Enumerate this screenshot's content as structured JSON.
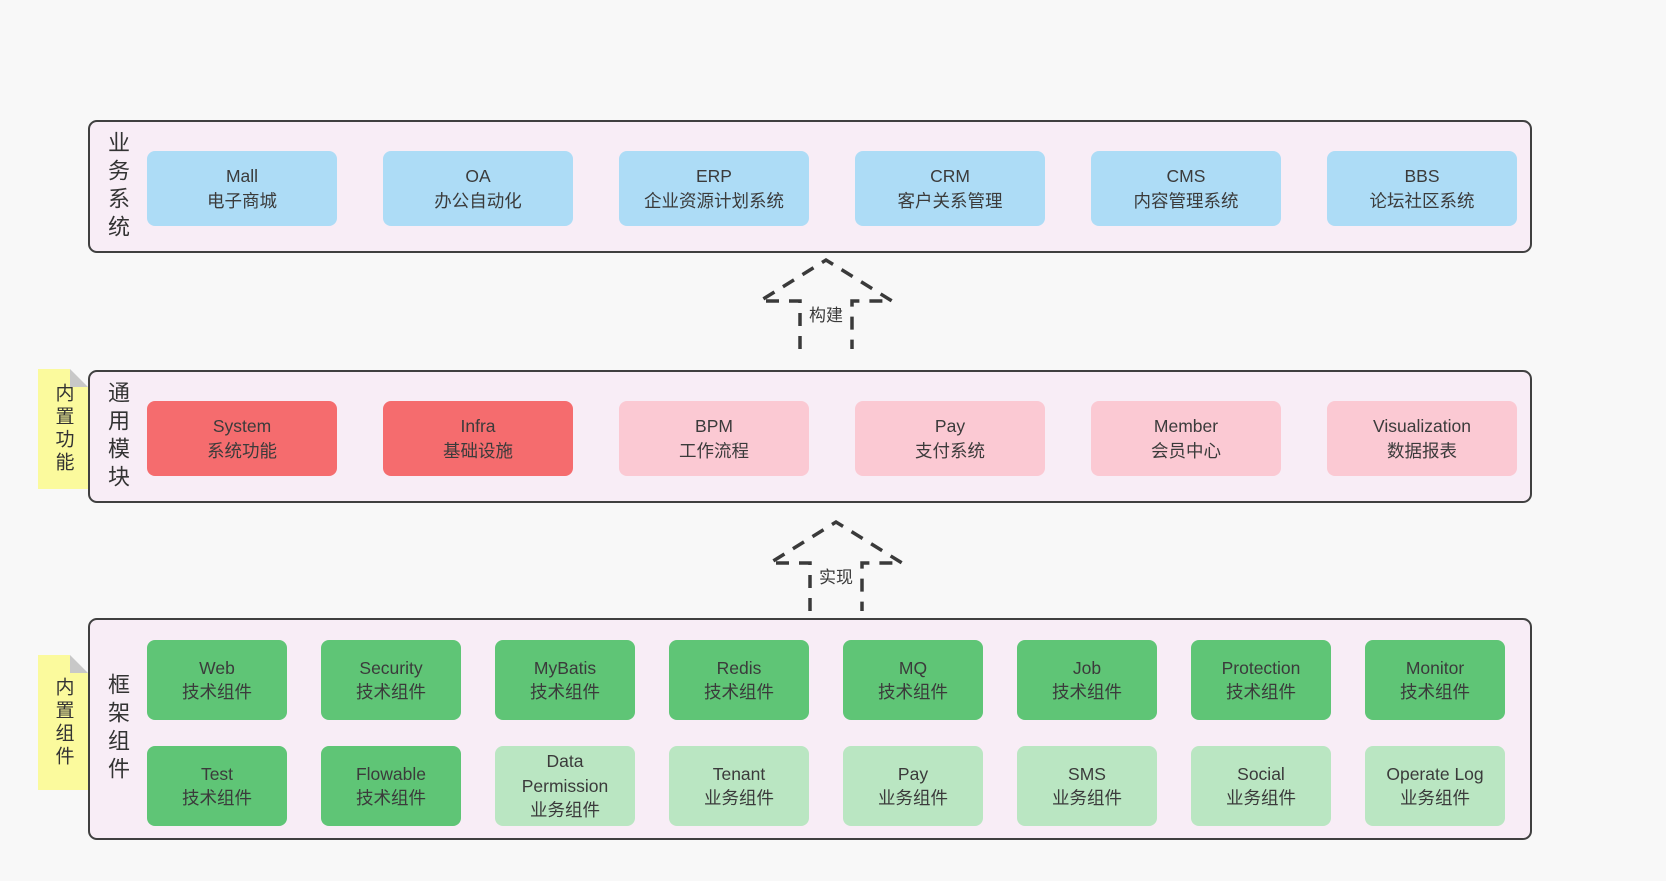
{
  "colors": {
    "page_background": "#f8f8f8",
    "band_background": "#f8edf6",
    "band_border": "#404040",
    "box_blue": "#addcf6",
    "box_red": "#f56c6e",
    "box_pink": "#fbc9d3",
    "box_green": "#5fc576",
    "box_lightgreen": "#bae6c2",
    "sticky_yellow": "#fbfa9d",
    "sticky_fold_gray": "#c8c8c8",
    "text": "#3b3b3b"
  },
  "arrows": [
    {
      "label": "构建"
    },
    {
      "label": "实现"
    }
  ],
  "bands": [
    {
      "label": "业务系统",
      "boxes": [
        {
          "en": "Mall",
          "cn": "电子商城"
        },
        {
          "en": "OA",
          "cn": "办公自动化"
        },
        {
          "en": "ERP",
          "cn": "企业资源计划系统"
        },
        {
          "en": "CRM",
          "cn": "客户关系管理"
        },
        {
          "en": "CMS",
          "cn": "内容管理系统"
        },
        {
          "en": "BBS",
          "cn": "论坛社区系统"
        }
      ]
    },
    {
      "label": "通用模块",
      "sticky": "内置功能",
      "boxes": [
        {
          "en": "System",
          "cn": "系统功能"
        },
        {
          "en": "Infra",
          "cn": "基础设施"
        },
        {
          "en": "BPM",
          "cn": "工作流程"
        },
        {
          "en": "Pay",
          "cn": "支付系统"
        },
        {
          "en": "Member",
          "cn": "会员中心"
        },
        {
          "en": "Visualization",
          "cn": "数据报表"
        }
      ]
    },
    {
      "label": "框架组件",
      "sticky": "内置组件",
      "rows": [
        [
          {
            "en": "Web",
            "cn": "技术组件"
          },
          {
            "en": "Security",
            "cn": "技术组件"
          },
          {
            "en": "MyBatis",
            "cn": "技术组件"
          },
          {
            "en": "Redis",
            "cn": "技术组件"
          },
          {
            "en": "MQ",
            "cn": "技术组件"
          },
          {
            "en": "Job",
            "cn": "技术组件"
          },
          {
            "en": "Protection",
            "cn": "技术组件"
          },
          {
            "en": "Monitor",
            "cn": "技术组件"
          }
        ],
        [
          {
            "en": "Test",
            "cn": "技术组件"
          },
          {
            "en": "Flowable",
            "cn": "技术组件"
          },
          {
            "en": "Data Permission",
            "cn": "业务组件"
          },
          {
            "en": "Tenant",
            "cn": "业务组件"
          },
          {
            "en": "Pay",
            "cn": "业务组件"
          },
          {
            "en": "SMS",
            "cn": "业务组件"
          },
          {
            "en": "Social",
            "cn": "业务组件"
          },
          {
            "en": "Operate Log",
            "cn": "业务组件"
          }
        ]
      ]
    }
  ]
}
